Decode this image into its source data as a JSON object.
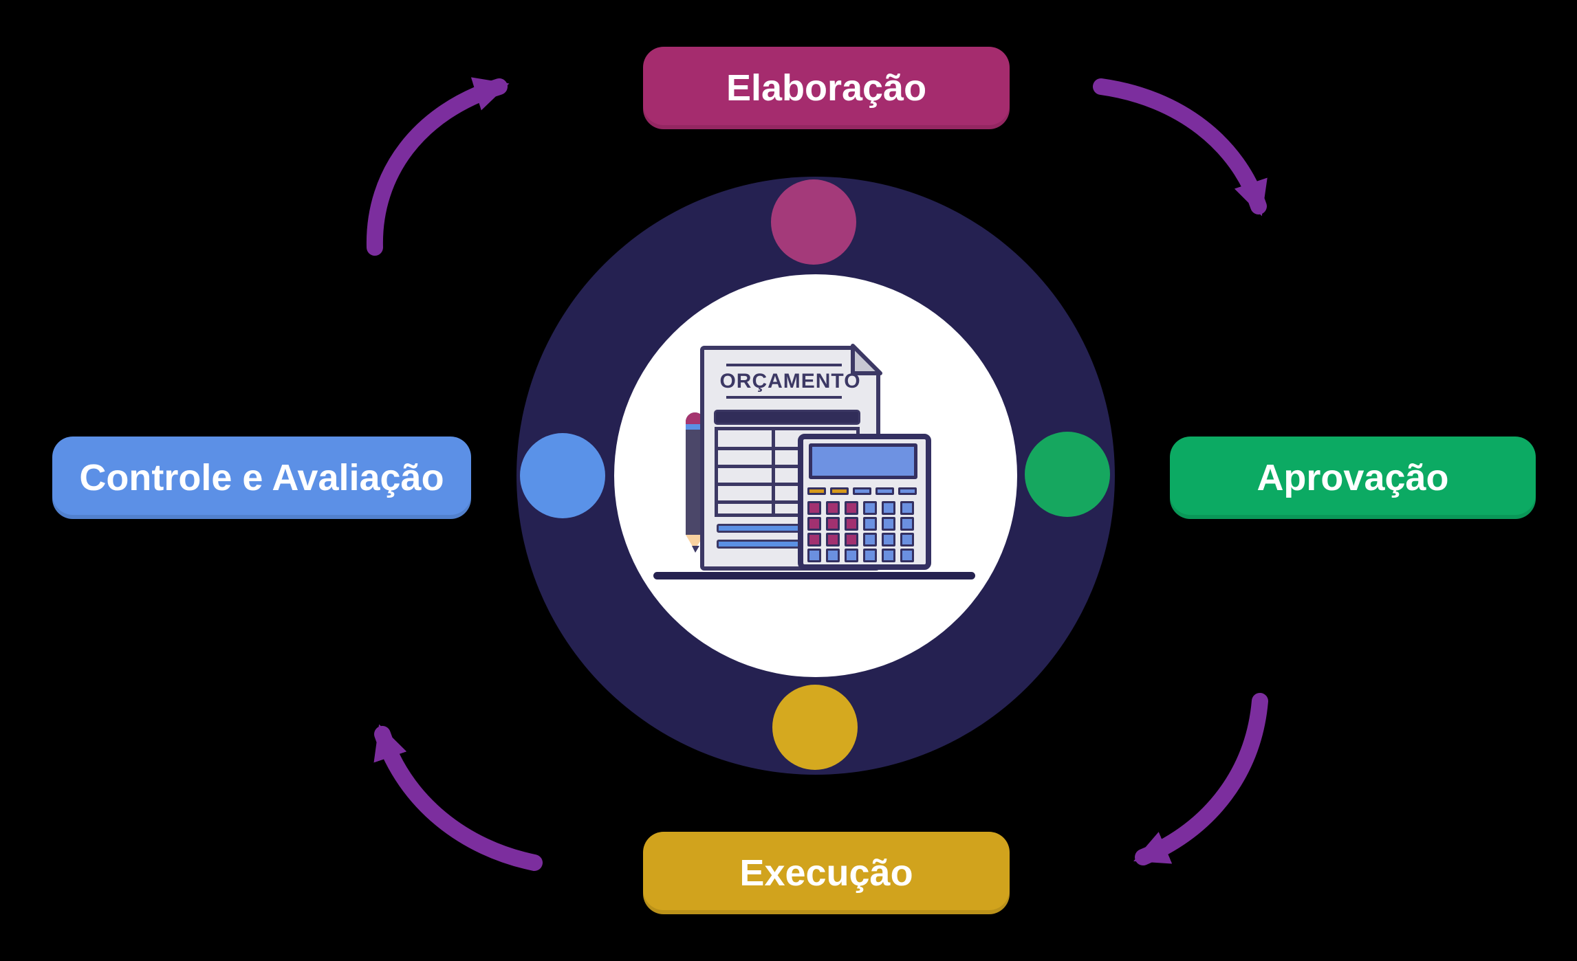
{
  "diagram": {
    "type": "cycle",
    "subject": "budget cycle",
    "background_color": "#000000"
  },
  "stages": [
    {
      "id": "elaboracao",
      "label": "Elaboração",
      "position": "top",
      "color": "#a52c6e",
      "dot_color": "#a43a7a"
    },
    {
      "id": "aprovacao",
      "label": "Aprovação",
      "position": "right",
      "color": "#0caa63",
      "dot_color": "#16a75f"
    },
    {
      "id": "execucao",
      "label": "Execução",
      "position": "bottom",
      "color": "#d1a31d",
      "dot_color": "#d5a91f"
    },
    {
      "id": "controle-e-avaliacao",
      "label": "Controle e Avaliação",
      "position": "left",
      "color": "#5c90e6",
      "dot_color": "#5a92e8"
    }
  ],
  "arrows": {
    "color": "#7c2e9e",
    "direction": "clockwise",
    "count": 4
  },
  "center": {
    "ring_color": "#252151",
    "inner_circle_color": "#ffffff",
    "document_title": "ORÇAMENTO",
    "colors": {
      "outline": "#3c3864",
      "paper": "#e9e9ee",
      "fold": "#c8c8d3",
      "screen_blue": "#6e92e2",
      "bar_blue": "#5b90e4",
      "pencil_body": "#4b4769",
      "pencil_tip": "#f9d2a0"
    },
    "calculator": {
      "palette": {
        "magenta": "#a23170",
        "blue": "#6b90e0",
        "gold": "#d5991b"
      },
      "top_buttons": [
        "gold",
        "gold",
        "blue",
        "blue",
        "blue"
      ],
      "keypad_rows": [
        [
          "magenta",
          "magenta",
          "magenta",
          "blue",
          "blue",
          "blue"
        ],
        [
          "magenta",
          "magenta",
          "magenta",
          "blue",
          "blue",
          "blue"
        ],
        [
          "magenta",
          "magenta",
          "magenta",
          "blue",
          "blue",
          "blue"
        ],
        [
          "blue",
          "blue",
          "blue",
          "blue",
          "blue",
          "blue"
        ]
      ]
    }
  }
}
